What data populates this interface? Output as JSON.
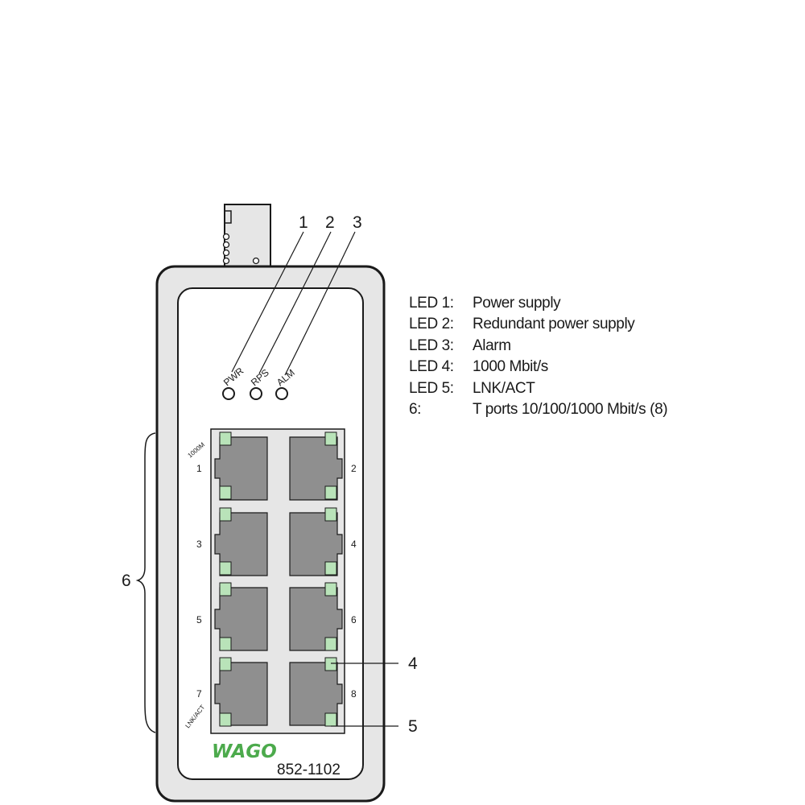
{
  "callouts": {
    "c1": "1",
    "c2": "2",
    "c3": "3",
    "c4": "4",
    "c5": "5",
    "c6": "6"
  },
  "led_labels": {
    "pwr": "PWR",
    "rps": "RPS",
    "alm": "ALM"
  },
  "port_labels": {
    "p1": "1",
    "p2": "2",
    "p3": "3",
    "p4": "4",
    "p5": "5",
    "p6": "6",
    "p7": "7",
    "p8": "8"
  },
  "side_labels": {
    "speed": "1000M",
    "link": "LNK/ACT"
  },
  "logo_text": "WAGO",
  "model_number": "852-1102",
  "legend": [
    {
      "key": "LED 1:",
      "text": "Power supply"
    },
    {
      "key": "LED 2:",
      "text": "Redundant power supply"
    },
    {
      "key": "LED 3:",
      "text": "Alarm"
    },
    {
      "key": "LED 4:",
      "text": "1000 Mbit/s"
    },
    {
      "key": "LED 5:",
      "text": "LNK/ACT"
    },
    {
      "key": "6:",
      "text": "T ports 10/100/1000 Mbit/s (8)"
    }
  ],
  "colors": {
    "housing": "#e6e6e6",
    "port": "#8f8f8f",
    "led": "#b9e3b9",
    "logo": "#4caa4c",
    "outline": "#1a1a1a"
  }
}
